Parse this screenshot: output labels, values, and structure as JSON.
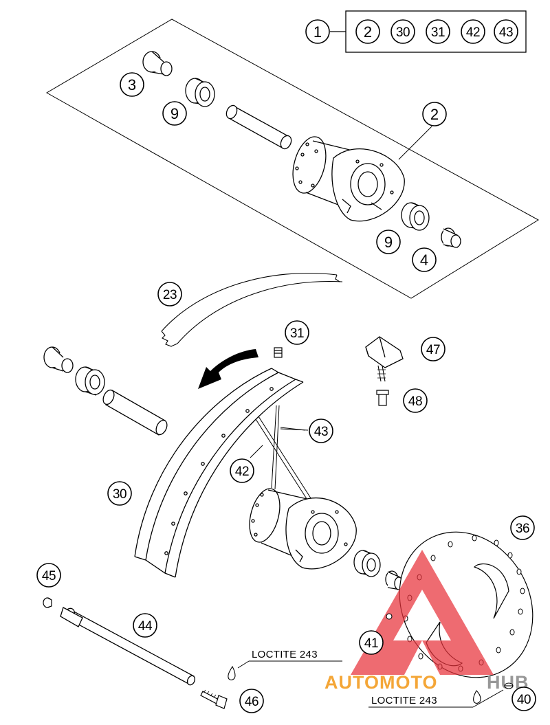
{
  "kit_box": {
    "lead": "1",
    "members": [
      "2",
      "30",
      "31",
      "42",
      "43"
    ]
  },
  "callouts": {
    "c3": "3",
    "c9a": "9",
    "c2": "2",
    "c9b": "9",
    "c4": "4",
    "c23": "23",
    "c31": "31",
    "c47": "47",
    "c48": "48",
    "c43": "43",
    "c42": "42",
    "c30": "30",
    "c36": "36",
    "c45": "45",
    "c44": "44",
    "c41": "41",
    "c46": "46",
    "c40": "40"
  },
  "notes": {
    "loctite_top": "LOCTITE 243",
    "loctite_bottom": "LOCTITE 243"
  },
  "watermark": {
    "part1": "AUTOMOTO",
    "part2": "HUB",
    "color_red": "#e8323a",
    "color_orange": "#f39a1c",
    "color_gray": "#8a8a8a"
  }
}
